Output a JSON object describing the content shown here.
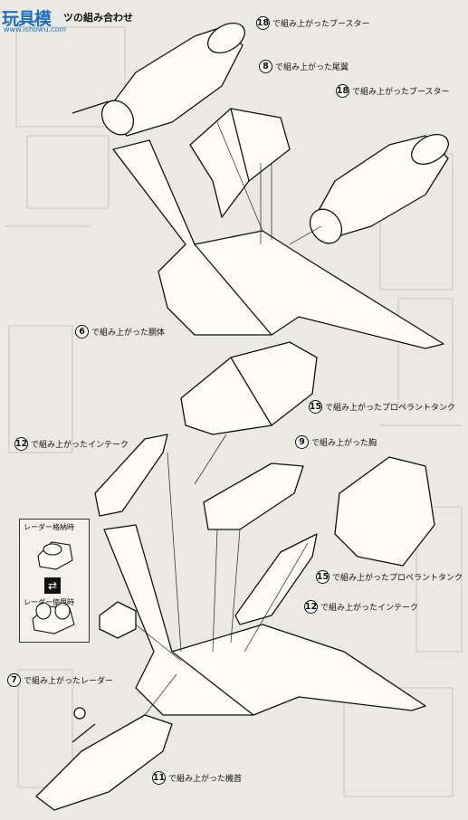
{
  "header": {
    "site_logo_text": "玩具模",
    "site_url": "www.ishowu.com",
    "title": "ツの組み合わせ"
  },
  "callouts": [
    {
      "num": "18",
      "text": "で組み上がったブースター"
    },
    {
      "num": "8",
      "text": "で組み上がった尾翼"
    },
    {
      "num": "18",
      "text": "で組み上がったブースター"
    },
    {
      "num": "6",
      "text": "で組み上がった胴体"
    },
    {
      "num": "15",
      "text": "で組み上がったプロペラントタンク"
    },
    {
      "num": "12",
      "text": "で組み上がったインテーク"
    },
    {
      "num": "9",
      "text": "で組み上がった胸"
    },
    {
      "num": "15",
      "text": "で組み上がったプロペラントタンク"
    },
    {
      "num": "12",
      "text": "で組み上がったインテーク"
    },
    {
      "num": "7",
      "text": "で組み上がったレーダー"
    },
    {
      "num": "11",
      "text": "で組み上がった機首"
    }
  ],
  "inset": {
    "stowed_label": "レーダー格納時",
    "deployed_label": "レーダー使用時",
    "swap_icon": "swap-arrows-icon"
  }
}
